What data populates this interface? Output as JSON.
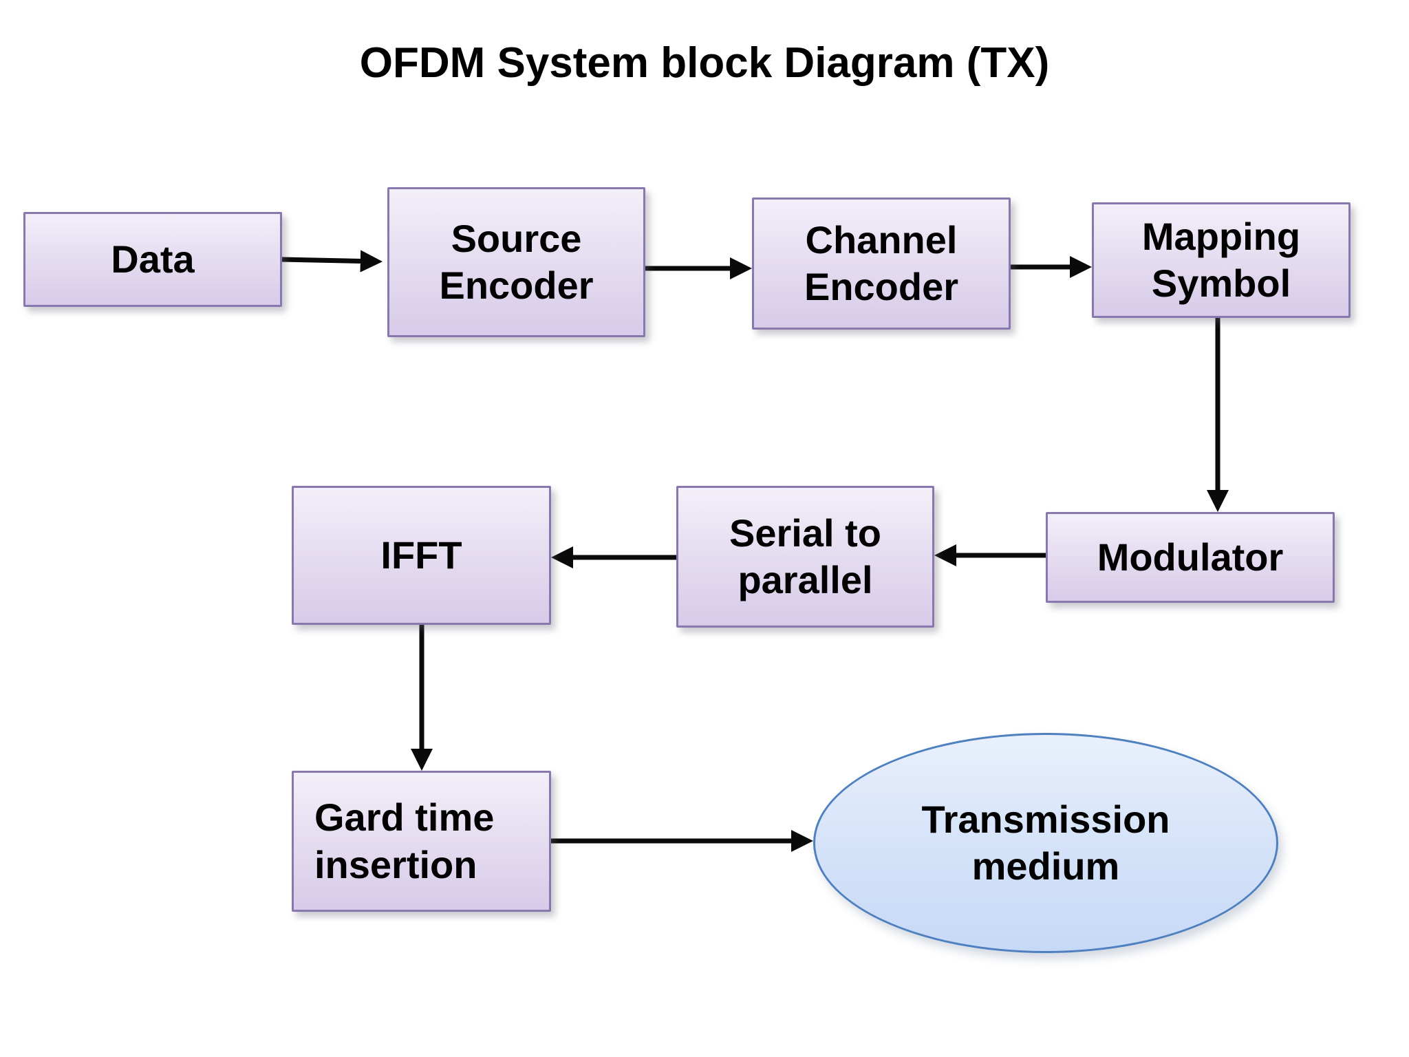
{
  "title": "OFDM System block Diagram (TX)",
  "diagram": {
    "type": "flowchart",
    "nodes": [
      {
        "id": "data",
        "label": "Data",
        "shape": "rectangle"
      },
      {
        "id": "source-encoder",
        "label": "Source\nEncoder",
        "shape": "rectangle"
      },
      {
        "id": "channel-encoder",
        "label": "Channel\nEncoder",
        "shape": "rectangle"
      },
      {
        "id": "mapping-symbol",
        "label": "Mapping\nSymbol",
        "shape": "rectangle"
      },
      {
        "id": "modulator",
        "label": "Modulator",
        "shape": "rectangle"
      },
      {
        "id": "serial-to-parallel",
        "label": "Serial to\nparallel",
        "shape": "rectangle"
      },
      {
        "id": "ifft",
        "label": "IFFT",
        "shape": "rectangle"
      },
      {
        "id": "gard-time-insertion",
        "label": "Gard time\ninsertion",
        "shape": "rectangle"
      },
      {
        "id": "transmission-medium",
        "label": "Transmission\nmedium",
        "shape": "ellipse"
      }
    ],
    "edges": [
      {
        "from": "data",
        "to": "source-encoder"
      },
      {
        "from": "source-encoder",
        "to": "channel-encoder"
      },
      {
        "from": "channel-encoder",
        "to": "mapping-symbol"
      },
      {
        "from": "mapping-symbol",
        "to": "modulator"
      },
      {
        "from": "modulator",
        "to": "serial-to-parallel"
      },
      {
        "from": "serial-to-parallel",
        "to": "ifft"
      },
      {
        "from": "ifft",
        "to": "gard-time-insertion"
      },
      {
        "from": "gard-time-insertion",
        "to": "transmission-medium"
      }
    ],
    "colors": {
      "background": "#FFFFFF",
      "text": "#000000",
      "box_fill_top": "#F3EFF9",
      "box_fill_bottom": "#D7CBE9",
      "box_border": "#8878AE",
      "ellipse_fill_top": "#E9F0FC",
      "ellipse_fill_bottom": "#C6D9F6",
      "ellipse_border": "#4E80C0",
      "arrow": "#0A0A0A"
    }
  }
}
